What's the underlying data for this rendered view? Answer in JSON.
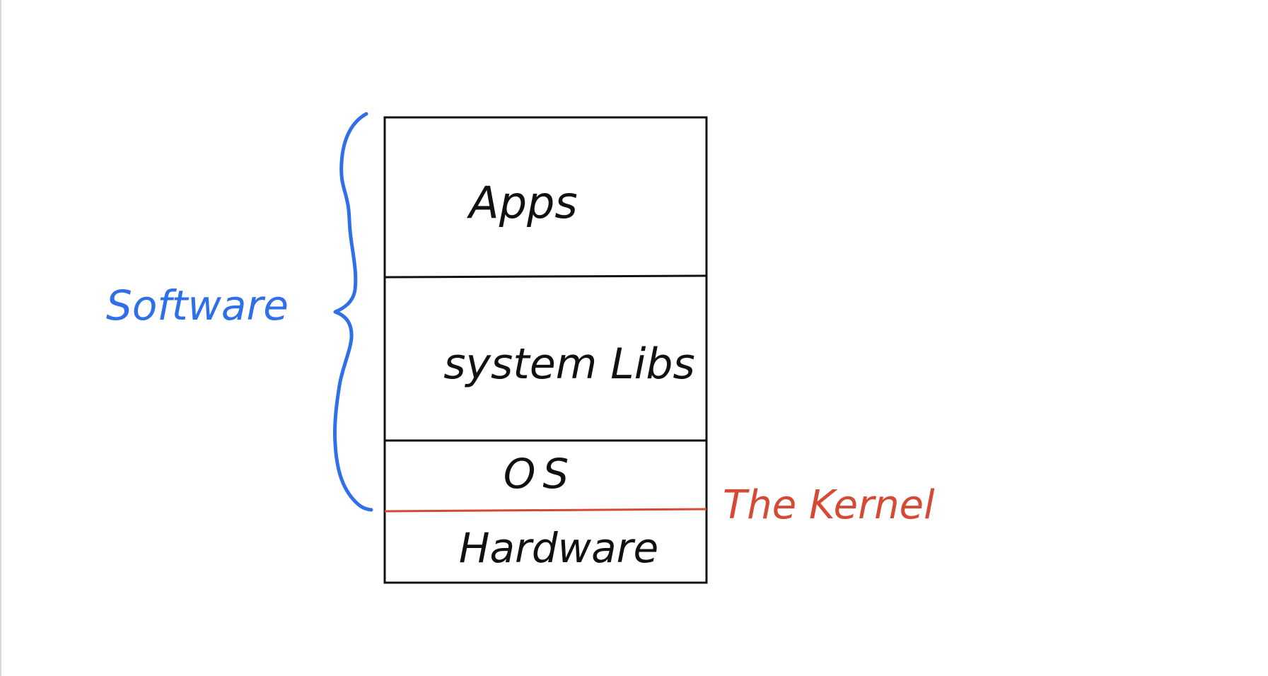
{
  "layers": [
    {
      "id": "apps",
      "label": "Apps"
    },
    {
      "id": "system-libs",
      "label": "system Libs"
    },
    {
      "id": "os",
      "label": "OS"
    },
    {
      "id": "hardware",
      "label": "Hardware"
    }
  ],
  "annotations": {
    "software_label": "Software",
    "kernel_label": "The Kernel"
  },
  "colors": {
    "ink": "#111111",
    "brace": "#2f6fe8",
    "kernel": "#d44a34",
    "background": "#ffffff"
  }
}
